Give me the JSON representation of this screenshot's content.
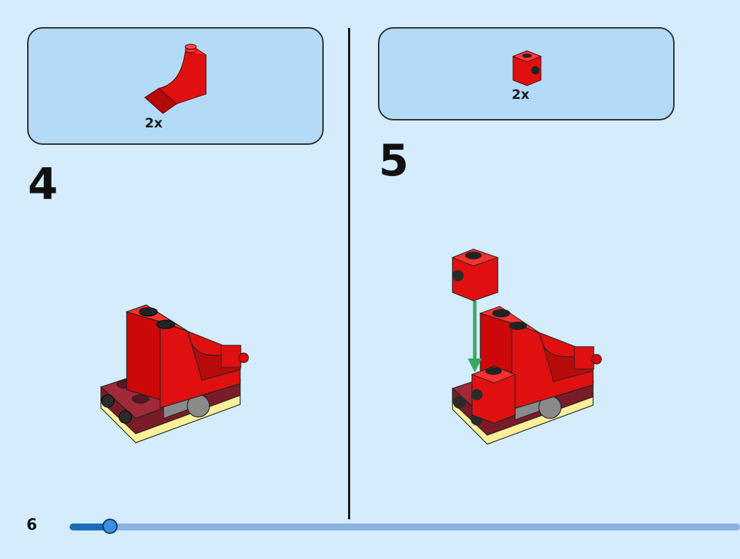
{
  "page": {
    "number": "6"
  },
  "steps": [
    {
      "number": "4",
      "parts": [
        {
          "name": "red-curved-slope-brick",
          "quantity": "2x",
          "color": "#e01010"
        }
      ]
    },
    {
      "number": "5",
      "parts": [
        {
          "name": "red-brick-with-side-stud",
          "quantity": "2x",
          "color": "#e01010"
        }
      ]
    }
  ],
  "progress": {
    "fraction": 0.06
  },
  "colors": {
    "background": "#d4ecfb",
    "parts_box": "#b3daf6",
    "red": "#e01010",
    "dark_red": "#7a1c28",
    "tan": "#fbf09a",
    "gray": "#8a8a8a",
    "arrow": "#3aa860",
    "progress_track": "#8fb0e0",
    "progress_fill": "#1b6cb8"
  }
}
